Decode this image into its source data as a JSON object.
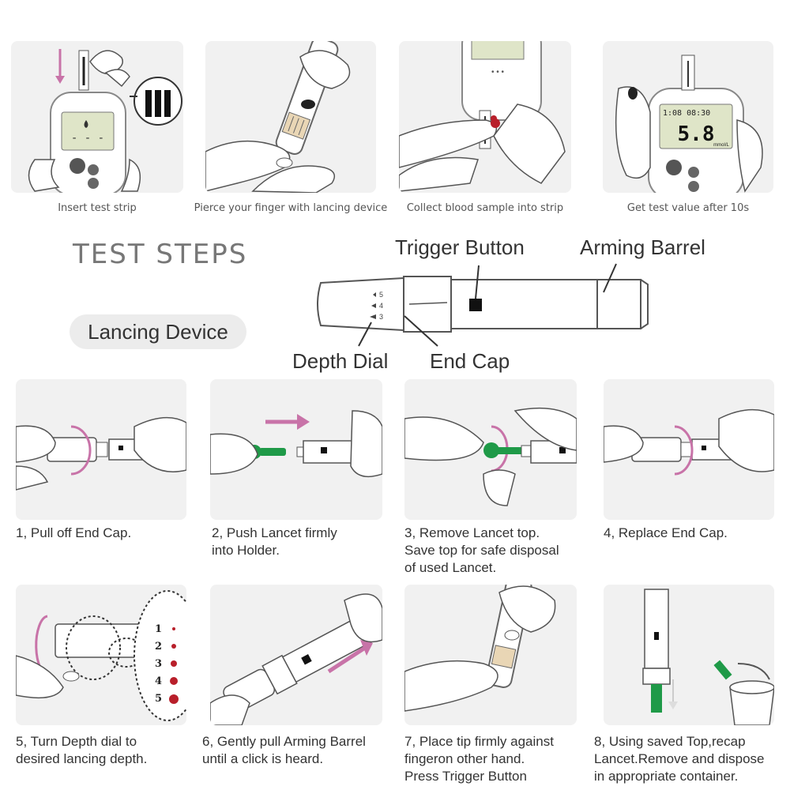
{
  "top_steps": [
    {
      "caption": "Insert test strip",
      "meter_text": ""
    },
    {
      "caption": "Pierce your finger with lancing device"
    },
    {
      "caption": "Collect blood sample into strip"
    },
    {
      "caption": "Get test value after 10s",
      "meter_date": "1:08 08:30",
      "meter_value": "5.8",
      "meter_unit": "mmol/L"
    }
  ],
  "title": "TEST STEPS",
  "device_name": "Lancing Device",
  "parts": {
    "trigger": "Trigger Button",
    "barrel": "Arming Barrel",
    "dial": "Depth Dial",
    "cap": "End Cap",
    "dial_numbers": [
      "5",
      "4",
      "3"
    ]
  },
  "steps": [
    {
      "lines": [
        "1, Pull off End Cap."
      ]
    },
    {
      "lines": [
        "2, Push Lancet firmly",
        "into Holder."
      ]
    },
    {
      "lines": [
        "3, Remove Lancet top.",
        "Save top for safe disposal",
        "of used Lancet."
      ]
    },
    {
      "lines": [
        "4, Replace End Cap."
      ]
    },
    {
      "lines": [
        "5, Turn Depth dial to",
        "desired lancing depth."
      ],
      "depth_levels": [
        "1",
        "2",
        "3",
        "4",
        "5"
      ]
    },
    {
      "lines": [
        "6, Gently pull Arming Barrel",
        "until a click is heard."
      ]
    },
    {
      "lines": [
        "7, Place tip firmly against",
        "fingeron other hand.",
        "Press Trigger Button"
      ]
    },
    {
      "lines": [
        "8, Using saved Top,recap",
        "Lancet.Remove and dispose",
        "in appropriate container."
      ]
    }
  ],
  "colors": {
    "arrow": "#c873a8",
    "lancet": "#1f9a48",
    "blood": "#b81f2a",
    "panel": "#f1f1f1",
    "skin_outline": "#555555"
  }
}
